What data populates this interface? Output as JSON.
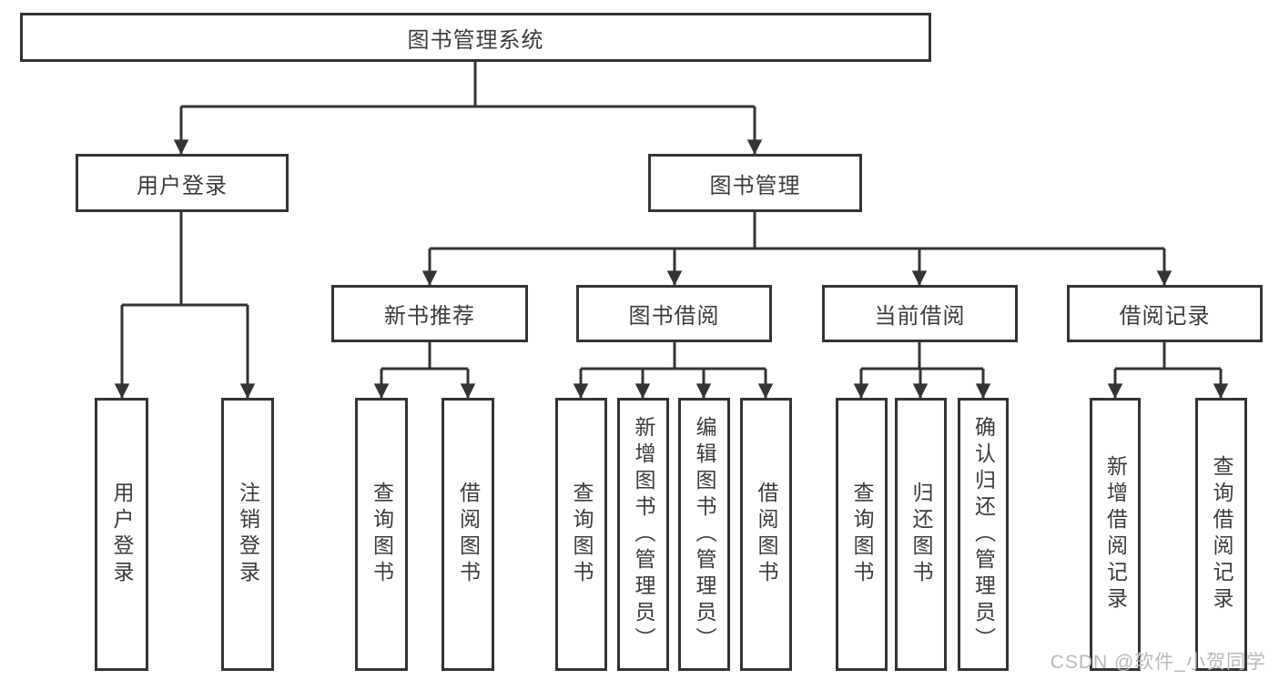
{
  "diagram": {
    "tree": {
      "root": "图书管理系统",
      "branches": [
        {
          "label": "用户登录",
          "children": [
            "用户登录",
            "注销登录"
          ]
        },
        {
          "label": "图书管理",
          "sub": [
            {
              "label": "新书推荐",
              "children": [
                "查询图书",
                "借阅图书"
              ]
            },
            {
              "label": "图书借阅",
              "children": [
                "查询图书",
                "新增图书（管理员）",
                "编辑图书（管理员）",
                "借阅图书"
              ]
            },
            {
              "label": "当前借阅",
              "children": [
                "查询图书",
                "归还图书",
                "确认归还（管理员）"
              ]
            },
            {
              "label": "借阅记录",
              "children": [
                "新增借阅记录",
                "查询借阅记录"
              ]
            }
          ]
        }
      ]
    },
    "colors": {
      "line": "#343434",
      "box_border": "#343434",
      "box_fill": "#ffffff",
      "text": "#3c3c3c"
    }
  },
  "watermark": {
    "text": "CSDN @软件_小贺同学",
    "color": "#b9b9b9"
  }
}
